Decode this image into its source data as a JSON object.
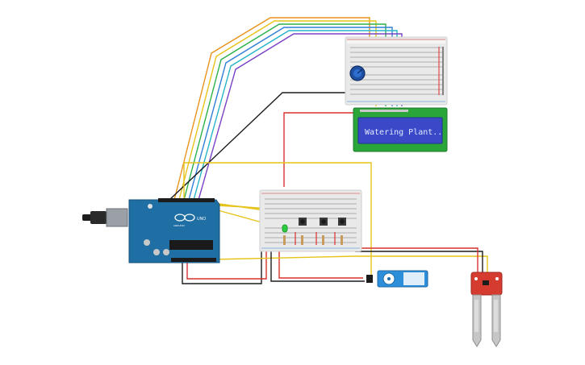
{
  "canvas": {
    "background": "#ffffff"
  },
  "lcd": {
    "text": "Watering Plant..",
    "screen_color": "#3b49c8",
    "frame_color": "#2aa53a"
  },
  "arduino": {
    "model": "UNO",
    "brand": "ARDUINO",
    "board_color": "#1f6fa5"
  },
  "components": {
    "potentiometer": "potentiometer",
    "servo": "servo",
    "moisture_sensor": "soil-moisture-sensor",
    "led_color": "#2ecc40",
    "button_count": 3
  },
  "wire_colors": {
    "red": "#d9302b",
    "black": "#1c1c1c",
    "yellow": "#e6c31a",
    "orange": "#e8931c",
    "green": "#2db14b",
    "blue": "#2f7fd6",
    "cyan": "#27b3c9",
    "purple": "#7a42c6"
  }
}
